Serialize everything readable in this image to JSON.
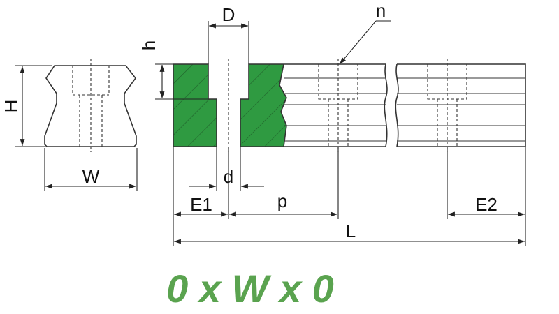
{
  "labels": {
    "H": "H",
    "W": "W",
    "h": "h",
    "D": "D",
    "n": "n",
    "d": "d",
    "E1": "E1",
    "p": "p",
    "E2": "E2",
    "L": "L"
  },
  "title": "0 x W x 0",
  "colors": {
    "section_fill": "#2f9a41",
    "title": "#5aa34f",
    "line": "#333333"
  }
}
